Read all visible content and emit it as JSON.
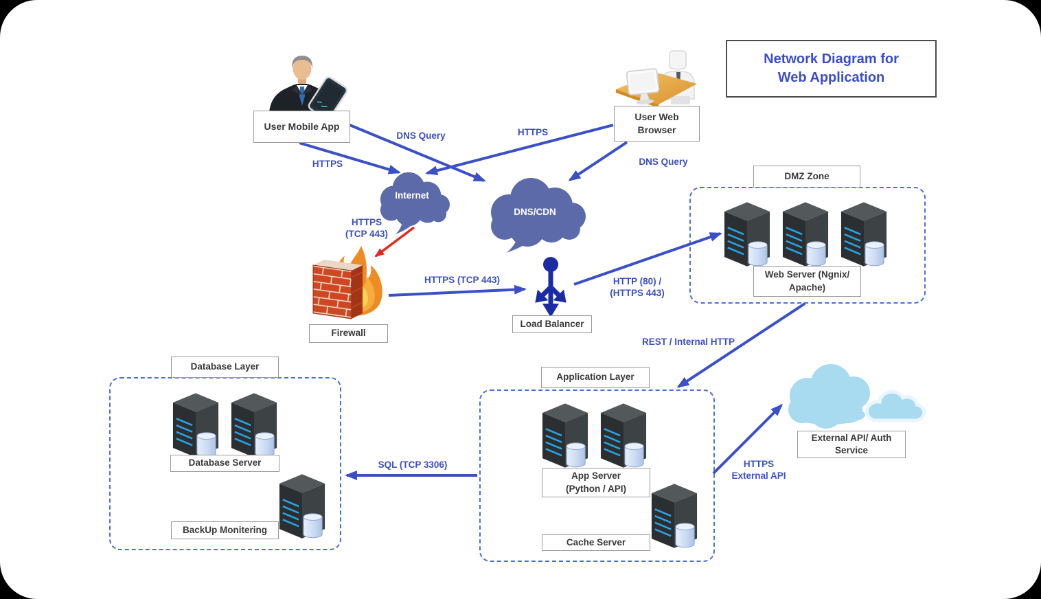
{
  "title": {
    "line1": "Network Diagram for",
    "line2": "Web Application"
  },
  "nodes": {
    "user_mobile_app": {
      "label": "User Mobile App"
    },
    "user_web_browser": {
      "label": "User Web Browser"
    },
    "internet": {
      "label": "Internet"
    },
    "dns_cdn": {
      "label": "DNS/CDN"
    },
    "firewall": {
      "label": "Firewall"
    },
    "load_balancer": {
      "label": "Load Balancer"
    },
    "web_server": {
      "line1": "Web Server (Ngnix/",
      "line2": "Apache)"
    },
    "database_server": {
      "label": "Database Server"
    },
    "backup_monitoring": {
      "label": "BackUp Monitering"
    },
    "app_server": {
      "line1": "App Server",
      "line2": "(Python / API)"
    },
    "cache_server": {
      "label": "Cache Server"
    },
    "external_api": {
      "line1": "External API/ Auth",
      "line2": "Service"
    }
  },
  "zones": {
    "dmz": {
      "label": "DMZ Zone"
    },
    "database_layer": {
      "label": "Database Layer"
    },
    "application_layer": {
      "label": "Application Layer"
    }
  },
  "edges": {
    "mobile_to_dns": {
      "label": "DNS Query"
    },
    "mobile_to_internet": {
      "label": "HTTPS"
    },
    "browser_to_internet": {
      "label": "HTTPS"
    },
    "browser_to_dns": {
      "label": "DNS Query"
    },
    "internet_to_firewall": {
      "line1": "HTTPS",
      "line2": "(TCP 443)"
    },
    "firewall_to_lb": {
      "label": "HTTPS (TCP 443)"
    },
    "lb_to_web": {
      "line1": "HTTP (80) /",
      "line2": "(HTTPS 443)"
    },
    "web_to_app": {
      "label": "REST / Internal HTTP"
    },
    "app_to_db": {
      "label": "SQL (TCP 3306)"
    },
    "app_to_external": {
      "line1": "HTTPS",
      "line2": "External API"
    }
  },
  "icons": {
    "server": "server-tower-icon",
    "firewall": "firewall-brick-flames-icon",
    "load_balancer": "load-balancer-icon",
    "internet_cloud": "cloud-icon",
    "dns_cloud": "cloud-icon",
    "external_cloud": "cloud-icon",
    "mobile_user": "business-user-tablet-icon",
    "web_user": "user-at-desk-icon"
  },
  "colors": {
    "arrow_blue": "#3b4fc6",
    "arrow_red": "#e6261c",
    "cloud_indigo": "#5c6aa9",
    "cloud_light_blue": "#a8daf0",
    "title_blue": "#3b4ccb",
    "zone_dash_blue": "#4a6fd9"
  }
}
